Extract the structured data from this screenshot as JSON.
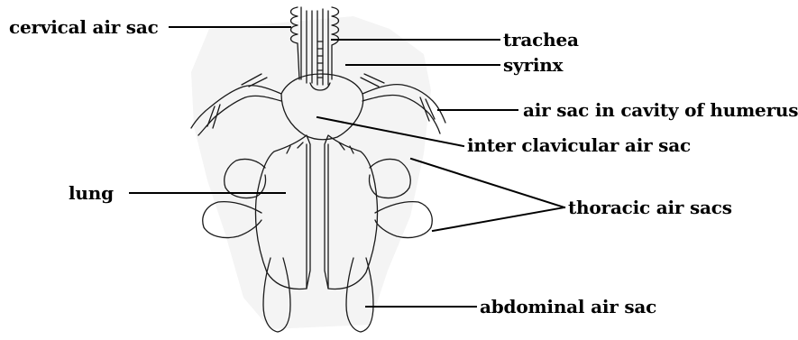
{
  "labels": {
    "cervical": "cervical air sac",
    "trachea": "trachea",
    "syrinx": "syrinx",
    "humerus": "air sac in cavity of humerus",
    "interclavicular": "inter clavicular air sac",
    "lung": "lung",
    "thoracic": "thoracic air sacs",
    "abdominal": "abdominal air sac"
  },
  "colors": {
    "stroke": "#1a1a1a",
    "leader": "#000000",
    "background": "#ffffff",
    "shading": "#f2f2f2"
  }
}
